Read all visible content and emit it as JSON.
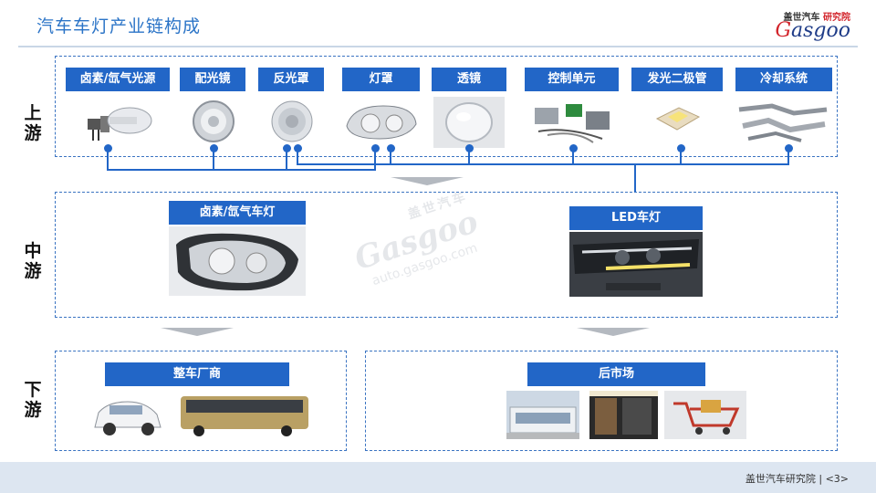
{
  "title": "汽车车灯产业链构成",
  "logo": {
    "cn_left": "盖世汽车",
    "cn_right": "研究院",
    "en_g": "G",
    "en_rest": "asgoo"
  },
  "stages": {
    "upstream": "上游",
    "midstream": "中游",
    "downstream": "下游"
  },
  "upstream": {
    "items": [
      {
        "label": "卤素/氙气光源",
        "icon": "halogen-bulb-image"
      },
      {
        "label": "配光镜",
        "icon": "reflector-lens-image"
      },
      {
        "label": "反光罩",
        "icon": "reflector-cup-image"
      },
      {
        "label": "灯罩",
        "icon": "lamp-housing-image"
      },
      {
        "label": "透镜",
        "icon": "glass-lens-image"
      },
      {
        "label": "控制单元",
        "icon": "control-unit-image"
      },
      {
        "label": "发光二极管",
        "icon": "led-chip-image"
      },
      {
        "label": "冷却系统",
        "icon": "cooling-system-image"
      }
    ]
  },
  "midstream": {
    "items": [
      {
        "label": "卤素/氙气车灯",
        "icon": "halogen-headlamp-image"
      },
      {
        "label": "LED车灯",
        "icon": "led-headlamp-image"
      }
    ]
  },
  "downstream": {
    "items": [
      {
        "label": "整车厂商",
        "icon": "car-and-bus-image"
      },
      {
        "label": "后市场",
        "icon": "aftermarket-images"
      }
    ]
  },
  "watermark": {
    "cn": "盖世汽车",
    "en": "Gasgoo",
    "url": "auto.gasgoo.com"
  },
  "footer": {
    "org": "盖世汽车研究院",
    "page": "<3>"
  },
  "colors": {
    "accent": "#2266c7",
    "title": "#2b74c7",
    "footer_bg": "#dde6f1"
  }
}
